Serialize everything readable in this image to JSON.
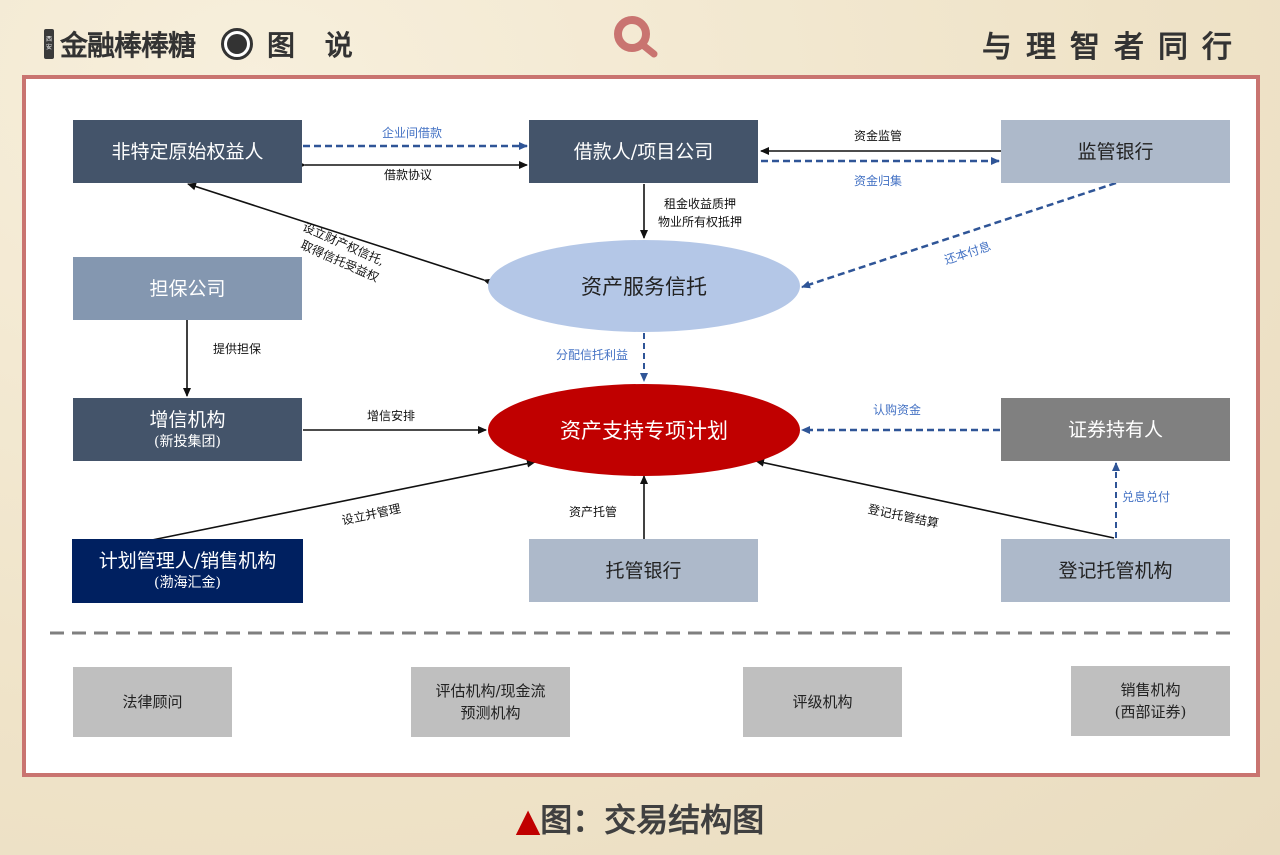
{
  "header": {
    "badge_text": [
      "西",
      "安"
    ],
    "brand": "金融棒棒糖",
    "section": "图 说",
    "slogan": "与理智者同行"
  },
  "colors": {
    "frame": "#c97470",
    "dark_node": "#44546a",
    "navy_node": "#002060",
    "ellipse_service": "#b4c7e7",
    "ellipse_plan": "#c00000",
    "blue_flow": "#4472c4"
  },
  "nodes": {
    "originator": "非特定原始权益人",
    "borrower": "借款人/项目公司",
    "supervising_bank": "监管银行",
    "guarantor": "担保公司",
    "trust": "资产服务信托",
    "credit_enhancer": "增信机构",
    "credit_enhancer_sub": "(新投集团)",
    "abs_plan": "资产支持专项计划",
    "security_holders": "证券持有人",
    "manager": "计划管理人/销售机构",
    "manager_sub": "(渤海汇金)",
    "custodian_bank": "托管银行",
    "registrar": "登记托管机构"
  },
  "edges": {
    "inter_company_loan": "企业间借款",
    "loan_agreement": "借款协议",
    "fund_supervision": "资金监管",
    "fund_collection": "资金归集",
    "pledge_line1": "租金收益质押",
    "pledge_line2": "物业所有权抵押",
    "trust_setup_line1": "设立财产权信托,",
    "trust_setup_line2": "取得信托受益权",
    "repay": "还本付息",
    "provide_guarantee": "提供担保",
    "distribute": "分配信托利益",
    "enhancement": "增信安排",
    "subscription": "认购资金",
    "setup_manage": "设立并管理",
    "custody": "资产托管",
    "registration": "登记托管结算",
    "payout": "兑息兑付"
  },
  "service_providers": [
    {
      "line1": "法律顾问",
      "line2": ""
    },
    {
      "line1": "评估机构/现金流",
      "line2": "预测机构"
    },
    {
      "line1": "评级机构",
      "line2": ""
    },
    {
      "line1": "销售机构",
      "line2": "(西部证券)"
    }
  ],
  "caption": {
    "marker": "▲",
    "text": "图：交易结构图"
  }
}
